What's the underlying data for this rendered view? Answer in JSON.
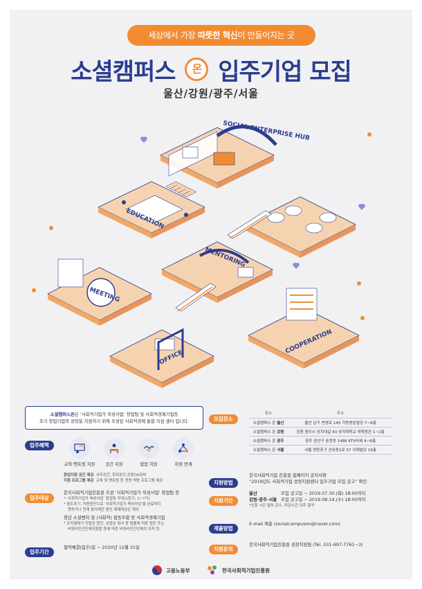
{
  "header": {
    "tagline_pre": "세상에서 가장 ",
    "tagline_bold1": "따뜻한 혁신",
    "tagline_post": "이 만들어지는 곳",
    "title_left": "소셜캠퍼스",
    "title_on": "온",
    "title_right": "입주기업 모집",
    "regions": "울산/강원/광주/서울"
  },
  "illustration": {
    "labels": {
      "social_enterprise_hub": "SOCIAL ENTERPRISE HUB",
      "education": "EDUCATION",
      "mentoring": "MENTORING",
      "meeting": "MEETING",
      "office": "OFFICE",
      "cooperation": "COOPERATION"
    },
    "colors": {
      "floor": "#f6d3b0",
      "floor_side": "#f0a868",
      "outline": "#2a3d8f",
      "accent": "#f28c32"
    }
  },
  "intro": {
    "line1_strong": "소셜캠퍼스온",
    "line1_rest": "은 ‘사회적기업가 육성사업’ 창업팀 및 사회적경제기업등",
    "line2": "초기 창업기업의 성장을 지원하기 위해 조성된 사회적경제 통합 지원 센터 입니다."
  },
  "benefits": {
    "label": "입주혜택",
    "items": [
      {
        "label": "교육·멘토링 지원",
        "icon": "training-icon"
      },
      {
        "label": "공간 지원",
        "icon": "desk-person-icon"
      },
      {
        "label": "협업 지원",
        "icon": "handshake-icon"
      },
      {
        "label": "자원 연계",
        "icon": "network-icon"
      }
    ],
    "detail1_title": "창업지원 공간 제공",
    "detail1_text": "사무공간, 회의공간,공용OA장비",
    "detail2_title": "지원 프로그램 제공",
    "detail2_text": "교육 및 멘토링 등 경영 역량 프로그램 제공"
  },
  "eligibility": {
    "label": "입주대상",
    "line1": "한국사회적기업진흥원 주관 ‘사회적기업가 육성사업’ 창업팀 등",
    "note1": "* ‘사회적기업가 육성사업’ 창업팀 우대(1등기, 1~7기)",
    "note2": "* 중도포기, 자원중단으로 ‘사회적기업가 육성사업’을 완료하지",
    "note2b": "못하거나 현재 참여제한 중인 제재대상은 제외",
    "line2": "청년 소셜벤처 및 (사회적) 협동조합 등 사회적경제기업",
    "note3": "* 조직형태가 민법상 법인, 상법상 회사 등 법률에 따른 법인 또는",
    "note3b": "비영리민간단체지원법 등에 따른 비영리민간단체의 조직 등"
  },
  "period": {
    "label": "입주기간",
    "text": "협약체결(입주)일 ~ 2020년 12월 31일"
  },
  "locations": {
    "label": "모집장소",
    "headers": [
      "장소",
      "주소"
    ],
    "rows": [
      {
        "name_pre": "소셜캠퍼스 온 ",
        "region": "울산",
        "address": "울산 남구 번영로 145 각동방송빌딩 7~8층"
      },
      {
        "name_pre": "소셜캠퍼스 온 ",
        "region": "강원",
        "address": "강원 원주시 상지대길 83 상지대학교 대학원관 1~2층"
      },
      {
        "name_pre": "소셜캠퍼스 온 ",
        "region": "광주",
        "address": "광주 광산구 송정동 1486 KTX타워 4~6층"
      },
      {
        "name_pre": "소셜캠퍼스 온 ",
        "region": "서울",
        "address": "서울 영등포구 선유동2로 57 이레빌딩 16층"
      }
    ]
  },
  "apply_method": {
    "label": "지원방법",
    "line1": "한국사회적기업 진흥원 홈페이지 공지사항",
    "line2": "“2019년도 사회적기업 성장지원센터 입주기업 모집 공고” 확인"
  },
  "apply_period": {
    "label": "지원기간",
    "row1_region": "울산",
    "row1_text": "모집 공고일 ~ 2019.07.30.(화) 18:00까지",
    "row2_region": "강원·광주·서울",
    "row2_text": "모집 공고일 ~ 2019.08.14.(수) 18:00까지",
    "note": "*신청 시간 필히 준수, 마감시간 이후 결격"
  },
  "submit": {
    "label": "제출방법",
    "text": "E-mail 제출 (socialcampuson@naver.com)"
  },
  "contact": {
    "label": "지원문의",
    "text": "한국사회적기업진흥원 성장지원팀 (Tel. 031-697-7761~3)"
  },
  "footer": {
    "ministry": "고용노동부",
    "agency": "한국사회적기업진흥원"
  }
}
